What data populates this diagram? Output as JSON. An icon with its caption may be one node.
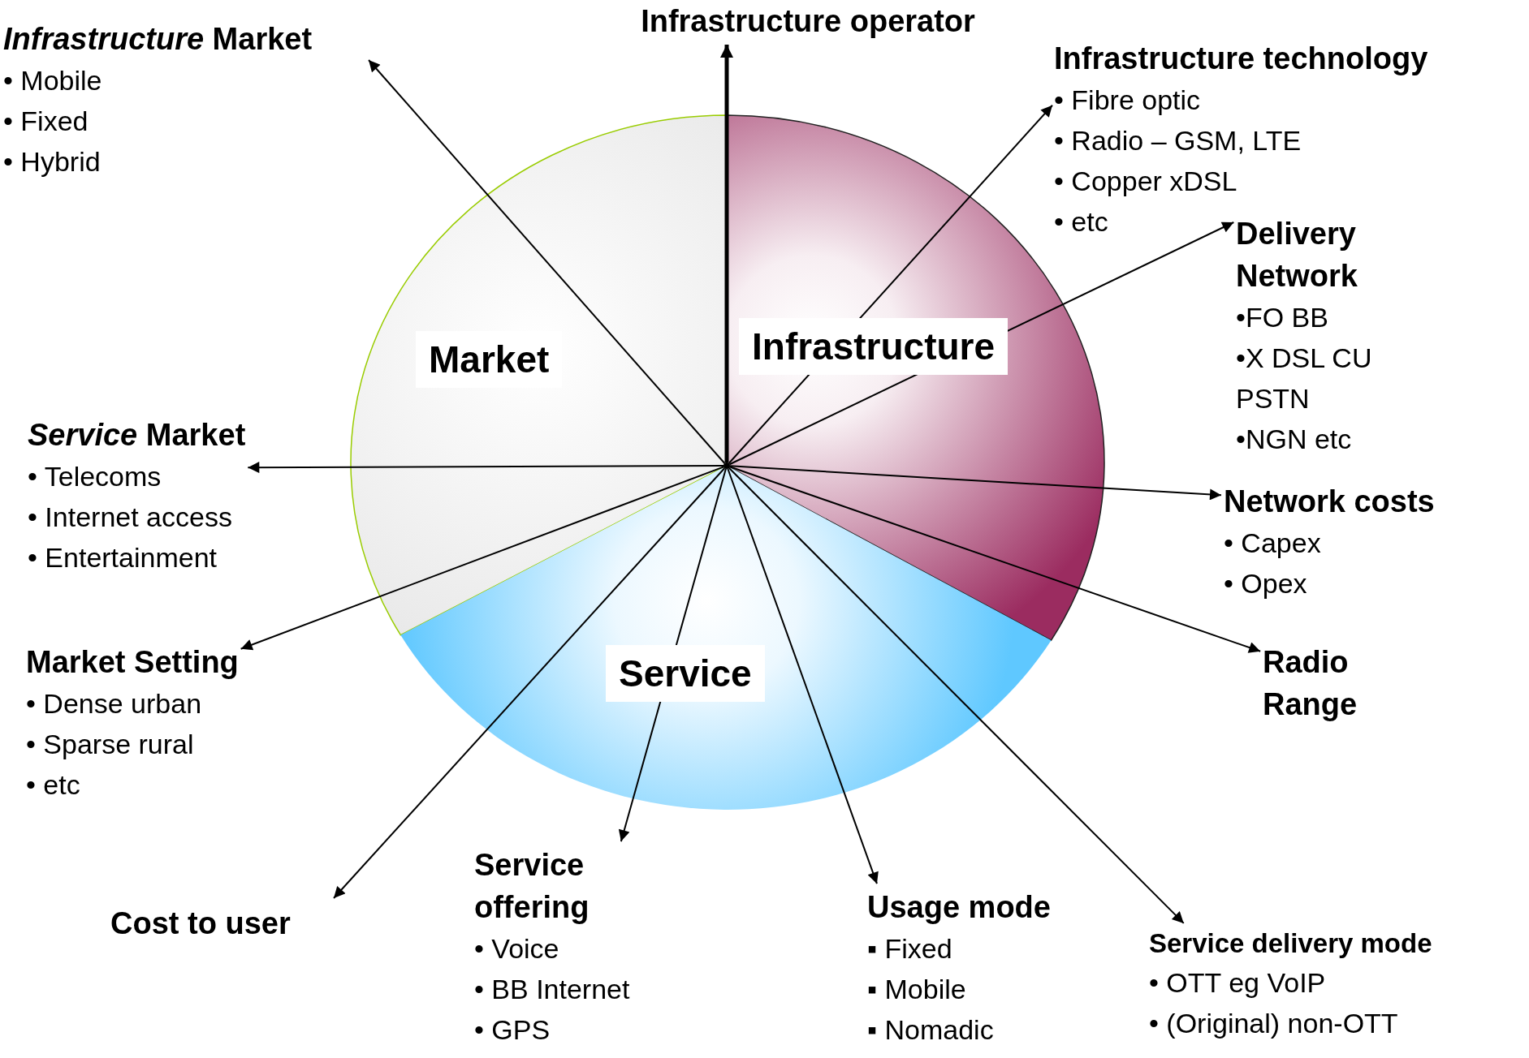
{
  "diagram": {
    "nodes": [
      {
        "text": [
          "Infrastructure operator"
        ]
      },
      {
        "text": [
          "*Infrastructure* Market",
          "• Mobile",
          "• Fixed",
          "• Hybrid"
        ]
      },
      {
        "text": [
          "Infrastructure technology",
          "• Fibre optic",
          "• Radio – GSM, LTE",
          "• Copper xDSL",
          "• etc"
        ]
      },
      {
        "text": [
          "Delivery Network",
          "•FO BB",
          "•X DSL CU PSTN",
          "•NGN etc"
        ]
      },
      {
        "text": [
          "Network costs",
          "• Capex",
          "• Opex"
        ]
      },
      {
        "text": [
          "Radio Range"
        ]
      },
      {
        "text": [
          "Service delivery mode",
          "• OTT eg VoIP",
          "• (Original) non-OTT"
        ]
      },
      {
        "text": [
          "Usage mode",
          "▪ Fixed",
          "▪ Mobile",
          "▪ Nomadic"
        ]
      },
      {
        "text": [
          "Service offering",
          "• Voice",
          "• BB Internet",
          "• GPS"
        ]
      },
      {
        "text": [
          "Cost to user"
        ]
      },
      {
        "text": [
          "Market Setting",
          "• Dense urban",
          "• Sparse rural",
          "• etc"
        ]
      },
      {
        "text": [
          "*Service* Market",
          "• Telecoms",
          "• Internet access",
          "• Entertainment"
        ]
      },
      {
        "text": [],
        "shape": "circle"
      }
    ],
    "edges": [
      {
        "from": 12,
        "to": 0,
        "arrow": "to",
        "style": "thick"
      },
      {
        "from": 12,
        "to": 1,
        "arrow": "to"
      },
      {
        "from": 12,
        "to": 2,
        "arrow": "to"
      },
      {
        "from": 12,
        "to": 3,
        "arrow": "to"
      },
      {
        "from": 12,
        "to": 4,
        "arrow": "to"
      },
      {
        "from": 12,
        "to": 5,
        "arrow": "to"
      },
      {
        "from": 12,
        "to": 6,
        "arrow": "to"
      },
      {
        "from": 12,
        "to": 7,
        "arrow": "to"
      },
      {
        "from": 12,
        "to": 8,
        "arrow": "to"
      },
      {
        "from": 12,
        "to": 9,
        "arrow": "to"
      },
      {
        "from": 12,
        "to": 10,
        "arrow": "to"
      },
      {
        "from": 12,
        "to": 11,
        "arrow": "to"
      }
    ],
    "labels": [
      "Market",
      "Infrastructure",
      "Service"
    ]
  }
}
